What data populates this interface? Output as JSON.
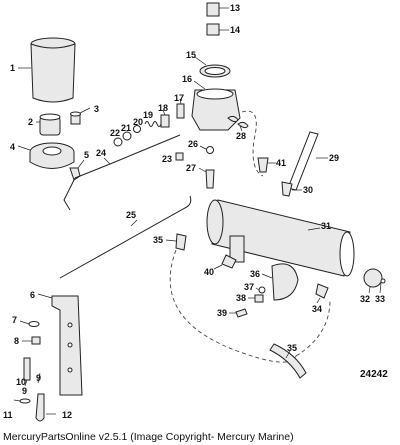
{
  "diagram": {
    "figure_number": "24242",
    "footer_credit": "MercuryPartsOnline v2.5.1 (Image Copyright- Mercury Marine)",
    "callouts": [
      {
        "key": "c1",
        "label": "1"
      },
      {
        "key": "c2",
        "label": "2"
      },
      {
        "key": "c3",
        "label": "3"
      },
      {
        "key": "c4",
        "label": "4"
      },
      {
        "key": "c5",
        "label": "5"
      },
      {
        "key": "c6",
        "label": "6"
      },
      {
        "key": "c7",
        "label": "7"
      },
      {
        "key": "c8",
        "label": "8"
      },
      {
        "key": "c9a",
        "label": "9"
      },
      {
        "key": "c9b",
        "label": "9"
      },
      {
        "key": "c10",
        "label": "10"
      },
      {
        "key": "c11",
        "label": "11"
      },
      {
        "key": "c12",
        "label": "12"
      },
      {
        "key": "c13",
        "label": "13"
      },
      {
        "key": "c14",
        "label": "14"
      },
      {
        "key": "c15",
        "label": "15"
      },
      {
        "key": "c16",
        "label": "16"
      },
      {
        "key": "c17",
        "label": "17"
      },
      {
        "key": "c18",
        "label": "18"
      },
      {
        "key": "c19",
        "label": "19"
      },
      {
        "key": "c20",
        "label": "20"
      },
      {
        "key": "c21",
        "label": "21"
      },
      {
        "key": "c22",
        "label": "22"
      },
      {
        "key": "c23",
        "label": "23"
      },
      {
        "key": "c24",
        "label": "24"
      },
      {
        "key": "c25",
        "label": "25"
      },
      {
        "key": "c26",
        "label": "26"
      },
      {
        "key": "c27",
        "label": "27"
      },
      {
        "key": "c28",
        "label": "28"
      },
      {
        "key": "c29",
        "label": "29"
      },
      {
        "key": "c30",
        "label": "30"
      },
      {
        "key": "c31",
        "label": "31"
      },
      {
        "key": "c32",
        "label": "32"
      },
      {
        "key": "c33",
        "label": "33"
      },
      {
        "key": "c34",
        "label": "34"
      },
      {
        "key": "c35a",
        "label": "35"
      },
      {
        "key": "c35b",
        "label": "35"
      },
      {
        "key": "c36",
        "label": "36"
      },
      {
        "key": "c37",
        "label": "37"
      },
      {
        "key": "c38",
        "label": "38"
      },
      {
        "key": "c39",
        "label": "39"
      },
      {
        "key": "c40",
        "label": "40"
      },
      {
        "key": "c41",
        "label": "41"
      }
    ]
  }
}
